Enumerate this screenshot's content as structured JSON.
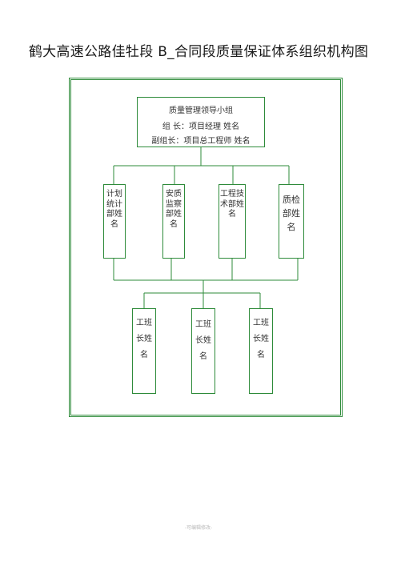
{
  "title": "鹤大高速公路佳牡段 B_合同段质量保证体系组织机构图",
  "leader": {
    "name": "质量管理领导小组",
    "line1": "组    长：项目经理  姓名",
    "line2": "副组长：项目总工程师  姓名"
  },
  "departments": [
    {
      "label": "计划统计部姓名"
    },
    {
      "label": "安质监察部姓名"
    },
    {
      "label": "工程技术部姓名"
    },
    {
      "label": "质检部姓名"
    }
  ],
  "teams": [
    {
      "label": "工班长姓名"
    },
    {
      "label": "工班长姓名"
    },
    {
      "label": "工班长姓名"
    }
  ],
  "footer": "-可编辑修改-",
  "colors": {
    "line": "#2e8b3a"
  }
}
